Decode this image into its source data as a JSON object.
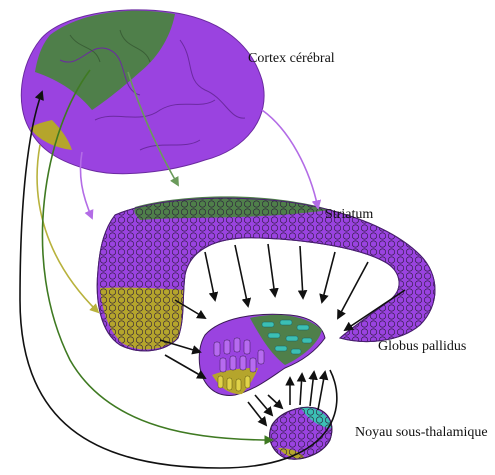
{
  "labels": {
    "cortex": "Cortex cérébral",
    "striatum": "Striatum",
    "globus_pallidus": "Globus pallidus",
    "subthalamic": "Noyau sous-thalamique"
  },
  "colors": {
    "purple": "#9a43e0",
    "green": "#4f7f4a",
    "olive": "#b5a52c",
    "teal": "#3bbfb4",
    "arrow_green": "#6a9a5a",
    "arrow_purple": "#b36ce6",
    "arrow_olive": "#b8b23c",
    "arrow_dark_green": "#3f7a22",
    "arrow_black": "#111111"
  }
}
